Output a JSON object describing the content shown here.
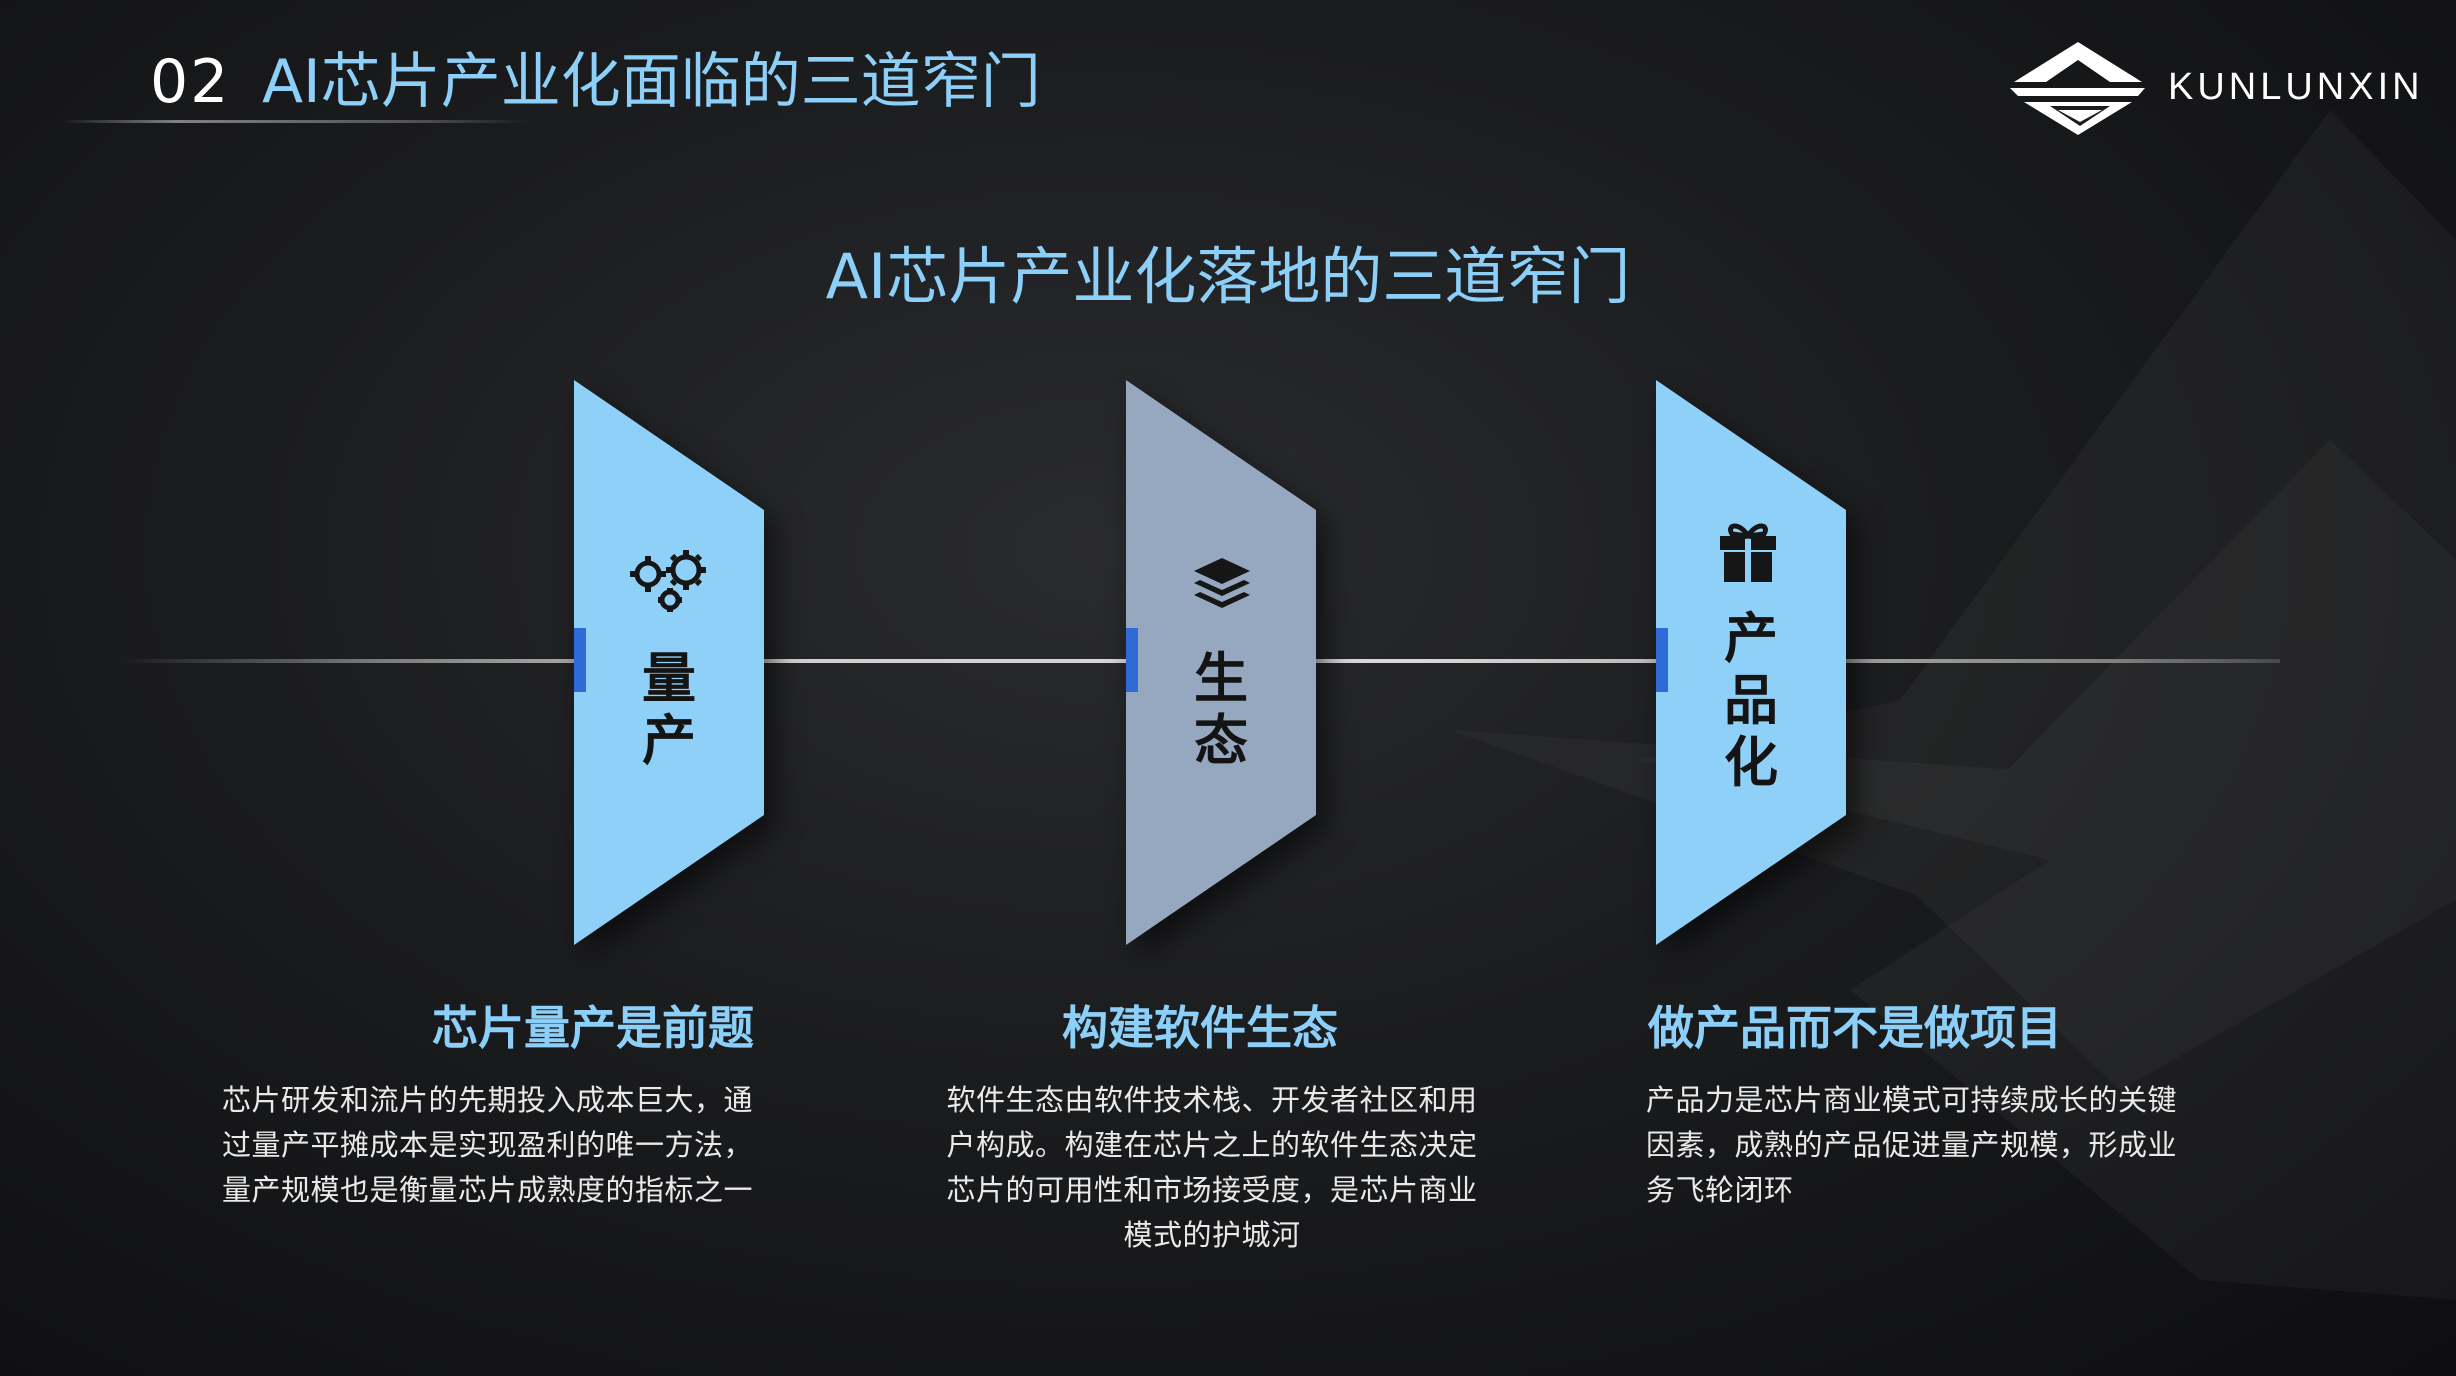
{
  "header": {
    "section_number": "02",
    "title": "AI芯片产业化面临的三道窄门"
  },
  "logo": {
    "text": "KUNLUNXIN",
    "icon": "mountain-logo-icon"
  },
  "main_title": "AI芯片产业化落地的三道窄门",
  "gates": [
    {
      "icon": "gears-icon",
      "label_lines": [
        "量",
        "产"
      ],
      "color": "#8fd0f8"
    },
    {
      "icon": "layers-icon",
      "label_lines": [
        "生",
        "态"
      ],
      "color": "#95a8c0"
    },
    {
      "icon": "gift-icon",
      "label_lines": [
        "产",
        "品",
        "化"
      ],
      "color": "#8fd0f8"
    }
  ],
  "cards": [
    {
      "title": "芯片量产是前题",
      "lines": [
        "芯片研发和流片的先期投入成本巨大，通",
        "过量产平摊成本是实现盈利的唯一方法，",
        "量产规模也是衡量芯片成熟度的指标之一"
      ]
    },
    {
      "title": "构建软件生态",
      "lines": [
        "软件生态由软件技术栈、开发者社区和用",
        "户构成。构建在芯片之上的软件生态决定",
        "芯片的可用性和市场接受度，是芯片商业",
        "模式的护城河"
      ]
    },
    {
      "title": "做产品而不是做项目",
      "lines": [
        "产品力是芯片商业模式可持续成长的关键",
        "因素，成熟的产品促进量产规模，形成业",
        "务飞轮闭环"
      ]
    }
  ],
  "colors": {
    "accent_blue": "#8ccff8",
    "marker_blue": "#2f6bd8",
    "gate_gray": "#95a8c0"
  }
}
